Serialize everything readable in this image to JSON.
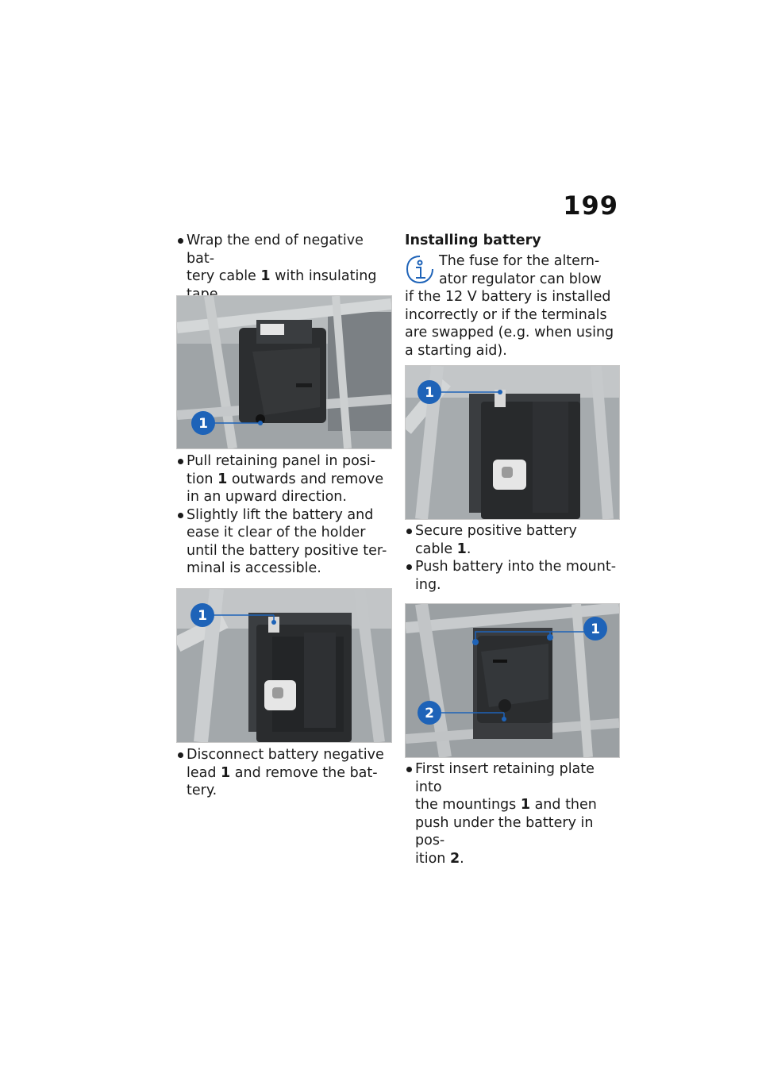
{
  "page_number": "199",
  "left": {
    "step1": {
      "a": "Wrap the end of negative bat-",
      "b": "tery cable ",
      "ref": "1",
      "c": " with insulating",
      "d": "tape."
    },
    "photo1": {
      "callout": "1"
    },
    "step2": {
      "a": "Pull retaining panel in posi-",
      "b": "tion ",
      "ref": "1",
      "c": " outwards and remove",
      "d": "in an upward direction."
    },
    "step3": {
      "a": "Slightly lift the battery and",
      "b": "ease it clear of the holder",
      "c": "until the battery positive ter-",
      "d": "minal is accessible."
    },
    "photo2": {
      "callout": "1"
    },
    "step4": {
      "a": "Disconnect battery negative",
      "b": "lead ",
      "ref": "1",
      "c": " and remove the bat-",
      "d": "tery."
    }
  },
  "right": {
    "heading": "Installing battery",
    "info": {
      "a": "The fuse for the altern-",
      "b": "ator regulator can blow",
      "c": "if the 12 V battery is installed",
      "d": "incorrectly or if the terminals",
      "e": "are swapped (e.g.  when using",
      "f": "a starting aid)."
    },
    "photo3": {
      "callout": "1"
    },
    "step5": {
      "a": "Secure positive battery",
      "b": "cable ",
      "ref": "1",
      "c": "."
    },
    "step6": {
      "a": "Push battery into the mount-",
      "b": "ing."
    },
    "photo4": {
      "callout1": "1",
      "callout2": "2"
    },
    "step7": {
      "a": "First insert retaining plate into",
      "b": "the mountings ",
      "ref1": "1",
      "c": " and then",
      "d": "push under the battery in pos-",
      "e": "ition ",
      "ref2": "2",
      "f": "."
    }
  },
  "colors": {
    "callout_blue": "#1e63b8",
    "frame_grey": "#9aa0a4",
    "battery_dark": "#2c2e30"
  }
}
